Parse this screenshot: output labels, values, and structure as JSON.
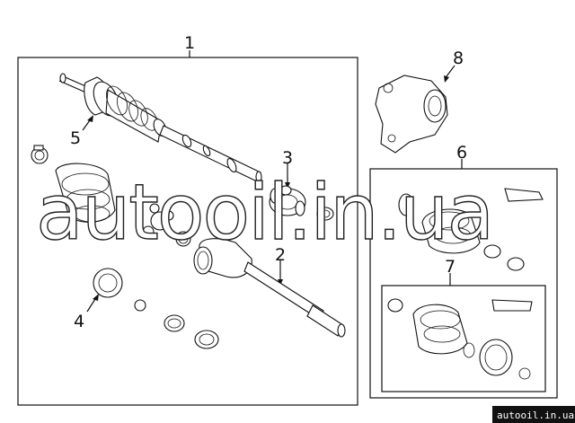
{
  "callouts": {
    "c1": "1",
    "c2": "2",
    "c3": "3",
    "c4": "4",
    "c5": "5",
    "c6": "6",
    "c7": "7",
    "c8": "8"
  },
  "watermark": "autooil.in.ua",
  "source_badge": "autooil.in.ua"
}
